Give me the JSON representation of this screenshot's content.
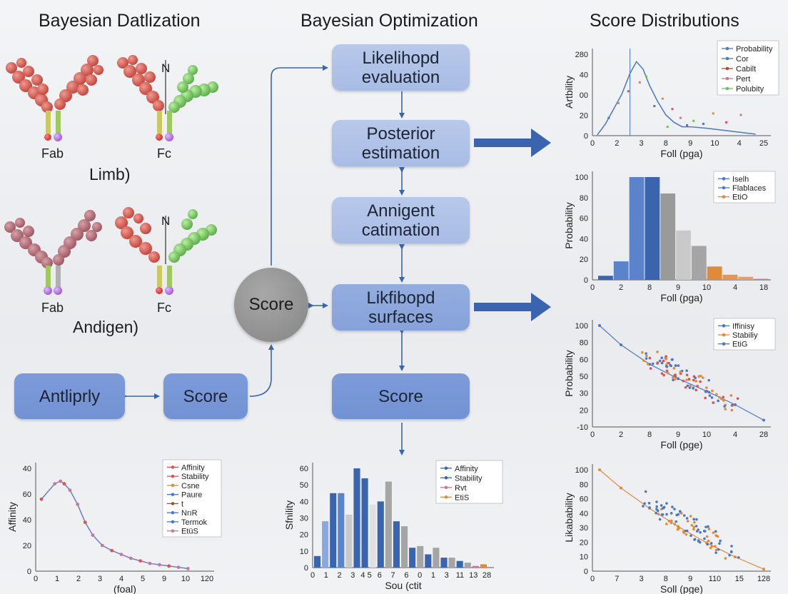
{
  "titles": {
    "left": "Bayesian Datlization",
    "middle": "Bayesian Optimization",
    "right": "Score Distributions"
  },
  "antibodies": {
    "top_labels": {
      "fab": "Fab",
      "fc": "Fc",
      "n": "N",
      "caption": "Limb)"
    },
    "bottom_labels": {
      "fab": "Fab",
      "fc": "Fc",
      "n": "N",
      "caption": "Andigen)"
    }
  },
  "flow": {
    "box1": "Likelihopd\nevaluation",
    "box2": "Posterior\nestimation",
    "box3": "Annigent\ncatimation",
    "box4": "Likfibopd\nsurfaces",
    "box5": "Score",
    "circle": "Score",
    "left_box1": "Antliprly",
    "left_box2": "Score"
  },
  "colors": {
    "arrow": "#3a64ad",
    "blue": "#4a78c6",
    "orange": "#e08a3c",
    "gray": "#a5a5a5",
    "red": "#d9534f",
    "pink": "#c7799a",
    "green": "#6fbf5a"
  },
  "chart_data": [
    {
      "id": "r1",
      "type": "line",
      "xlabel": "Foll (pga)",
      "ylabel": "Artbility",
      "xticks": [
        "0",
        "2",
        "3",
        "8",
        "9",
        "10",
        "4",
        "25"
      ],
      "yticks": [
        "0",
        "20",
        "00",
        "40",
        "280"
      ],
      "legend": [
        "Probability",
        "Cor",
        "Cabilt",
        "Pert",
        "Polubity"
      ],
      "legend_colors": [
        "#4a78c6",
        "#4a78c6",
        "#a0522d",
        "#c7799a",
        "#6fbf5a"
      ],
      "series": [
        {
          "x": [
            0.3,
            0.8,
            1.2,
            1.8,
            2.3,
            2.7,
            3.1,
            3.5,
            4.0,
            4.5,
            5.0,
            5.5,
            6.0,
            7.0,
            8.5,
            10.0
          ],
          "y": [
            0.5,
            8,
            16,
            28,
            42,
            50,
            45,
            34,
            23,
            14,
            9,
            6,
            6,
            5,
            3,
            1
          ]
        }
      ],
      "scatter": [
        {
          "x": [
            1.0,
            1.6,
            2.2,
            2.9,
            3.3,
            3.8,
            4.3,
            4.9,
            5.4,
            6.2,
            6.8,
            7.4,
            8.2,
            9.1,
            4.6,
            5.8
          ],
          "y": [
            12,
            22,
            30,
            36,
            40,
            20,
            25,
            18,
            12,
            10,
            8,
            15,
            9,
            14,
            6,
            7
          ]
        }
      ]
    },
    {
      "id": "r2",
      "type": "bar",
      "xlabel": "Foll (pga)",
      "ylabel": "Probability",
      "xticks": [
        "0",
        "2",
        "8",
        "9",
        "10",
        "4",
        "18"
      ],
      "yticks": [
        "0",
        "20",
        "40",
        "60",
        "80",
        "100"
      ],
      "legend": [
        "Iselh",
        "Flablaces",
        "EtiO"
      ],
      "legend_colors": [
        "#4a78c6",
        "#4a78c6",
        "#e08a3c"
      ],
      "values": [
        4,
        18,
        100,
        100,
        84,
        48,
        33,
        13,
        5,
        3,
        1
      ],
      "bar_colors": [
        "#3a64ad",
        "#5b83cc",
        "#5b83cc",
        "#3a64ad",
        "#9a9a9a",
        "#c9c9c9",
        "#a5a5a5",
        "#e08a3c",
        "#e69550",
        "#e0a070",
        "#c7799a"
      ]
    },
    {
      "id": "r3",
      "type": "scatter",
      "xlabel": "Foll (pge)",
      "ylabel": "Probability",
      "xticks": [
        "0",
        "2",
        "8",
        "9",
        "10",
        "4",
        "28"
      ],
      "yticks": [
        "-10",
        "20",
        "30",
        "50",
        "60",
        "80",
        "100"
      ],
      "legend": [
        "Iffinisy",
        "Stabiliy",
        "EtiG"
      ],
      "legend_colors": [
        "#4a78c6",
        "#e08a3c",
        "#4a78c6"
      ],
      "fit": {
        "x": [
          0.5,
          2,
          4,
          6,
          8,
          10,
          12
        ],
        "y": [
          100,
          80,
          60,
          45,
          32,
          18,
          2
        ]
      }
    },
    {
      "id": "r4",
      "type": "scatter",
      "xlabel": "Soll (pge)",
      "ylabel": "Likabability",
      "xticks": [
        "0",
        "7",
        "3",
        "8",
        "9",
        "110",
        "15",
        "128"
      ],
      "yticks": [
        "0",
        "10",
        "20",
        "30",
        "40",
        "60",
        "80",
        "100"
      ],
      "fit": {
        "x": [
          0.5,
          2,
          4,
          6,
          8,
          10,
          12
        ],
        "y": [
          100,
          82,
          62,
          44,
          28,
          14,
          2
        ]
      }
    },
    {
      "id": "b1",
      "type": "line",
      "xlabel": "(foal)",
      "ylabel": "Affinity",
      "xticks": [
        "0",
        "1",
        "2",
        "3",
        "4",
        "5",
        "9",
        "10",
        "120"
      ],
      "yticks": [
        "0",
        "20",
        "40",
        "60",
        "40"
      ],
      "legend": [
        "Affinity",
        "Stability",
        "Csne",
        "Paure",
        "t",
        "NrıR",
        "Termok",
        "EtüS"
      ],
      "legend_colors": [
        "#d9534f",
        "#d9534f",
        "#e08a3c",
        "#4a78c6",
        "#a0522d",
        "#4a78c6",
        "#4a78c6",
        "#c7799a"
      ],
      "series": [
        {
          "x": [
            0.3,
            1.0,
            1.3,
            1.5,
            1.8,
            2.2,
            2.6,
            3.0,
            3.5,
            4.0,
            4.5,
            5.0,
            5.5,
            6.0,
            6.5,
            7.0,
            7.5,
            8.0
          ],
          "y": [
            56,
            68,
            70,
            68,
            63,
            52,
            38,
            28,
            20,
            16,
            13,
            10,
            8,
            6,
            5,
            4,
            3,
            2
          ]
        }
      ]
    },
    {
      "id": "b2",
      "type": "bar",
      "xlabel": "Sou (ctit",
      "ylabel": "Sfnility",
      "xticks": [
        "0",
        "1",
        "2",
        "3",
        "4 5",
        "6",
        "7",
        "6",
        "0",
        "1",
        "3",
        "11",
        "13",
        "28"
      ],
      "yticks": [
        "0",
        "10",
        "20",
        "30",
        "40",
        "50",
        "60"
      ],
      "legend": [
        "Affinity",
        "Stability",
        "Rvt",
        "EtiS"
      ],
      "legend_colors": [
        "#3a64ad",
        "#3a64ad",
        "#c7799a",
        "#e08a3c"
      ],
      "values": [
        7,
        28,
        45,
        45,
        32,
        60,
        54,
        38,
        40,
        52,
        28,
        25,
        12,
        13,
        8,
        12,
        6,
        6,
        4,
        3,
        1,
        2
      ],
      "bar_colors": [
        "#3a64ad",
        "#8aa8dd",
        "#3a64ad",
        "#5b83cc",
        "#c9c9c9",
        "#3a64ad",
        "#3a64ad",
        "#e0e0e0",
        "#3a64ad",
        "#a5a5a5",
        "#3a64ad",
        "#a5a5a5",
        "#3a64ad",
        "#a5a5a5",
        "#3a64ad",
        "#a5a5a5",
        "#3a64ad",
        "#a5a5a5",
        "#3a64ad",
        "#a5a5a5",
        "#c7799a",
        "#e08a3c"
      ]
    }
  ]
}
